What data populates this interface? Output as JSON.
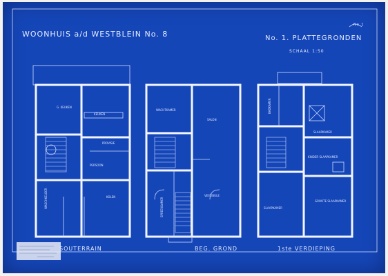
{
  "sheet": {
    "title_left": "WOONHUIS a/d WESTBLEIN No. 8",
    "title_right": "No. 1. PLATTEGRONDEN",
    "scale": "SCHAAL 1:50",
    "corner_mark": "No.1",
    "colors": {
      "paper": "#1546b8",
      "lines": "#f2f5ff",
      "background": "#f4f2ee"
    }
  },
  "plans": [
    {
      "caption": "SOUTERRAIN",
      "rooms": [
        "G. KEUKEN",
        "KEUKEN",
        "PROVISIE",
        "PERSOON",
        "WASCHKELDER",
        "KOLEN"
      ]
    },
    {
      "caption": "BEG. GROND",
      "rooms": [
        "WACHTKAMER",
        "SALON",
        "SPREEKKAMER",
        "VESTIBULE"
      ]
    },
    {
      "caption": "1ste VERDIEPING",
      "rooms": [
        "BADKAMER",
        "SLAAPKAMER",
        "KINDER SLAAPKAMER",
        "SLAAPKAMER",
        "GROOTE SLAAPKAMER"
      ]
    }
  ]
}
